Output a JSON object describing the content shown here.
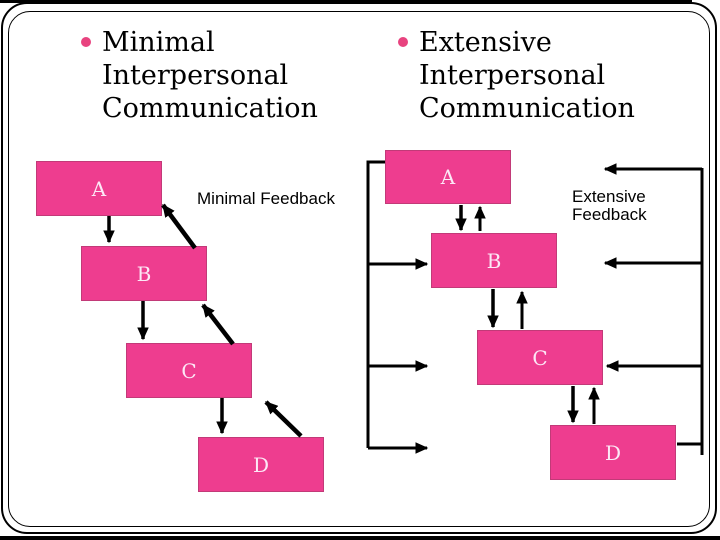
{
  "slide": {
    "title_left": "Minimal Interpersonal Communication",
    "title_right": "Extensive Interpersonal Communication",
    "left_diagram": {
      "feedback_label": "Minimal Feedback",
      "boxes": [
        {
          "label": "A"
        },
        {
          "label": "B"
        },
        {
          "label": "C"
        },
        {
          "label": "D"
        }
      ]
    },
    "right_diagram": {
      "feedback_label": "Extensive Feedback",
      "boxes": [
        {
          "label": "A"
        },
        {
          "label": "B"
        },
        {
          "label": "C"
        },
        {
          "label": "D"
        }
      ]
    },
    "colors": {
      "box_fill": "#ee3d8f",
      "box_border": "#c23a78",
      "box_label": "#fce8f6",
      "bullet": "#e8437f",
      "arrow": "#000000"
    }
  }
}
